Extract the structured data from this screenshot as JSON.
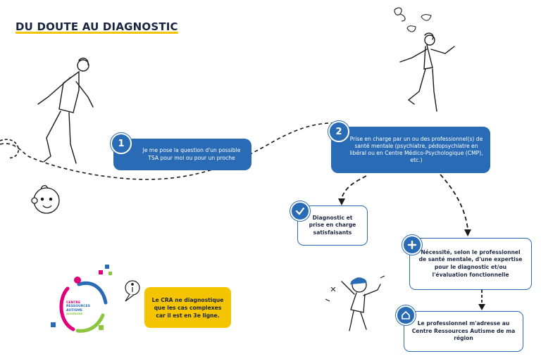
{
  "title": "DU DOUTE AU DIAGNOSTIC",
  "steps": [
    {
      "number": "1",
      "text": "Je me pose la question d'un possible TSA pour moi ou pour un proche"
    },
    {
      "number": "2",
      "text": "Prise en charge par un ou des professionnel(s) de santé mentale (psychiatre,  pédopsychiatre en libéral ou en Centre Médico-Psychologique (CMP), etc.)"
    }
  ],
  "outcomes": {
    "satisfied": "Diagnostic et prise en charge satisfaisants",
    "expertise": "Nécessité, selon le professionnel de santé mentale, d'une expertise pour le diagnostic et/ou l'évaluation fonctionnelle",
    "referral": "Le professionnel m'adresse au Centre Ressources Autisme de ma région"
  },
  "info_note": "Le CRA ne diagnostique que les cas complexes car il est en 3e ligne.",
  "logo": {
    "line1": "CENTRE",
    "line2": "RESSOURCES",
    "line3": "AUTISME",
    "line4": "AUVERGNE"
  },
  "icons": {
    "info": "info-icon",
    "check": "check-icon",
    "plus": "plus-icon",
    "house": "house-icon"
  },
  "colors": {
    "primary": "#2a6bb5",
    "accent": "#f5c400",
    "logo_pink": "#e2007a",
    "logo_green": "#8cc63f"
  }
}
